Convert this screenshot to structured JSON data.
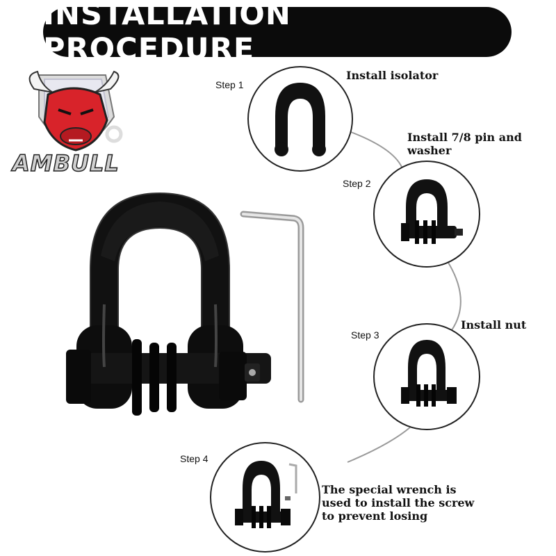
{
  "banner": {
    "title": "INSTALLATION PROCEDURE"
  },
  "logo": {
    "brand_text": "AMBULL"
  },
  "steps": [
    {
      "label": "Step 1",
      "title_lines": [
        "Install isolator"
      ]
    },
    {
      "label": "Step 2",
      "title_lines": [
        "Install 7/8 pin and",
        "washer"
      ]
    },
    {
      "label": "Step 3",
      "title_lines": [
        "Install nut"
      ]
    },
    {
      "label": "Step 4",
      "title_lines": [
        "The special wrench is",
        "used to install the screw",
        "to prevent losing"
      ]
    }
  ],
  "colors": {
    "banner_bg": "#0b0b0b",
    "banner_text": "#ffffff",
    "product": "#111111",
    "bull_red": "#d8232a",
    "wrench": "#b8b8b8"
  }
}
